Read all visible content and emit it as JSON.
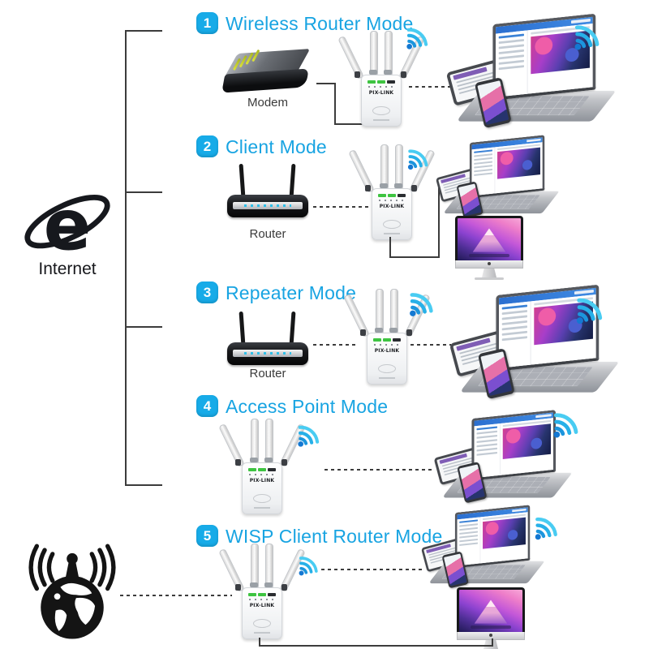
{
  "colors": {
    "accent": "#18a4e2",
    "badge_bg": "#17abe8",
    "line": "#3c3c3c",
    "led_green": "#3ec441",
    "wifi_light": "#49ccf2",
    "wifi_dark": "#1478d2"
  },
  "internet": {
    "label": "Internet"
  },
  "devices": {
    "repeater_brand": "PIX-LINK",
    "modem_label": "Modem",
    "router_label": "Router"
  },
  "sections": [
    {
      "num": "1",
      "title": "Wireless Router Mode"
    },
    {
      "num": "2",
      "title": "Client Mode"
    },
    {
      "num": "3",
      "title": "Repeater Mode"
    },
    {
      "num": "4",
      "title": "Access Point Mode"
    },
    {
      "num": "5",
      "title": "WISP Client Router Mode"
    }
  ]
}
